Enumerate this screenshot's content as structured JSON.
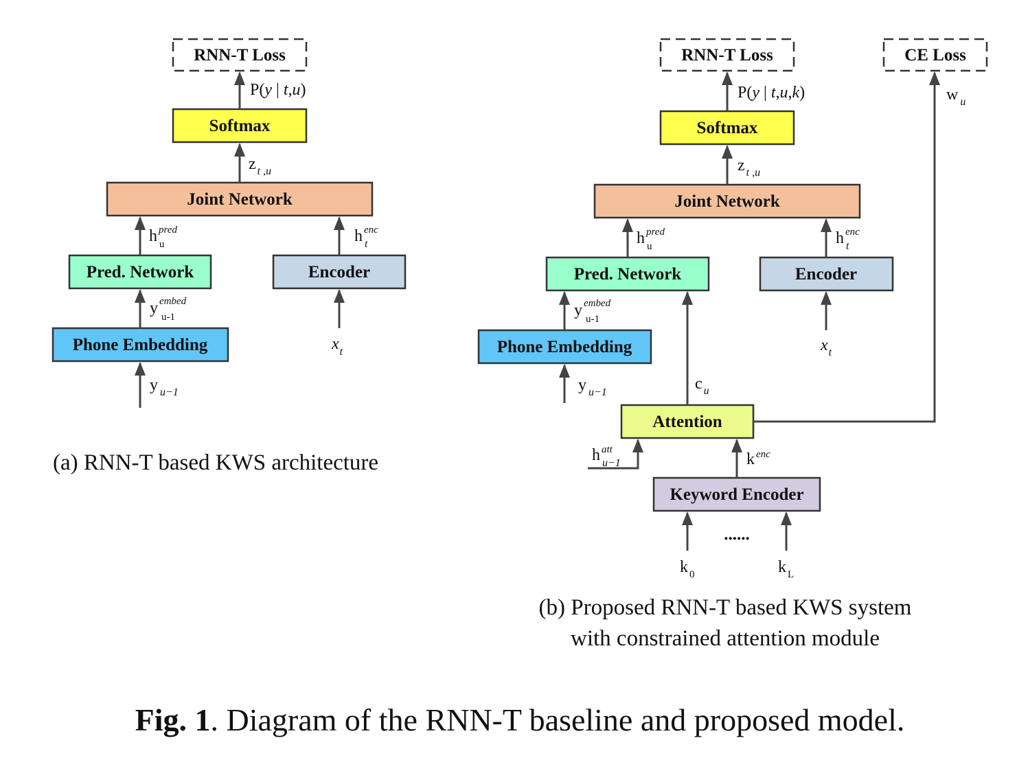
{
  "colors": {
    "softmax": "#ffff4d",
    "joint": "#f4c09c",
    "pred": "#99ffcc",
    "encoder": "#c5d6e7",
    "phone_embedding": "#60c6f8",
    "attention": "#ecfc8c",
    "keyword_encoder": "#d3cce0",
    "stroke": "#333333"
  },
  "panel_a": {
    "loss": "RNN-T Loss",
    "softmax": "Softmax",
    "joint": "Joint Network",
    "pred": "Pred. Network",
    "encoder": "Encoder",
    "phone_embedding": "Phone Embedding",
    "prob": {
      "prefix": "P(",
      "y": "y",
      "bar": " | ",
      "t": "t",
      "comma": ",",
      "u": "u",
      "suffix": ")"
    },
    "z": {
      "base": "z",
      "sub": "t ,u"
    },
    "h_pred": {
      "base": "h",
      "sup": "pred",
      "sub": "u"
    },
    "h_enc": {
      "base": "h",
      "sup": "enc",
      "sub": "t"
    },
    "y_embed": {
      "base": "y",
      "sup": "embed",
      "sub": "u-1"
    },
    "y_prev": {
      "base": "y",
      "sub": "u−1"
    },
    "x": {
      "base": "x",
      "sub": "t"
    },
    "caption": "(a) RNN-T based KWS architecture"
  },
  "panel_b": {
    "loss": "RNN-T Loss",
    "ce_loss": "CE Loss",
    "softmax": "Softmax",
    "joint": "Joint Network",
    "pred": "Pred. Network",
    "encoder": "Encoder",
    "phone_embedding": "Phone Embedding",
    "attention": "Attention",
    "keyword_encoder": "Keyword Encoder",
    "prob": {
      "prefix": "P(",
      "y": "y",
      "bar": " | ",
      "t": "t",
      "comma1": ",",
      "u": "u",
      "comma2": ",",
      "k": "k",
      "suffix": ")"
    },
    "z": {
      "base": "z",
      "sub": "t ,u"
    },
    "h_pred": {
      "base": "h",
      "sup": "pred",
      "sub": "u"
    },
    "h_enc": {
      "base": "h",
      "sup": "enc",
      "sub": "t"
    },
    "y_embed": {
      "base": "y",
      "sup": "embed",
      "sub": "u-1"
    },
    "y_prev": {
      "base": "y",
      "sub": "u−1"
    },
    "x": {
      "base": "x",
      "sub": "t"
    },
    "c": {
      "base": "c",
      "sub": "u"
    },
    "w": {
      "base": "w",
      "sub": "u"
    },
    "h_att": {
      "base": "h",
      "sup": "att",
      "sub": "u−1"
    },
    "k_enc": {
      "base": "k",
      "sup": "enc"
    },
    "k0": {
      "base": "k",
      "sub": "0"
    },
    "kL": {
      "base": "k",
      "sub": "L"
    },
    "ellipsis": "......",
    "caption_line1": "(b) Proposed RNN-T based KWS system",
    "caption_line2": "with constrained attention module"
  },
  "figure_caption": {
    "label": "Fig. 1",
    "text": ". Diagram of the RNN-T baseline and proposed model."
  }
}
